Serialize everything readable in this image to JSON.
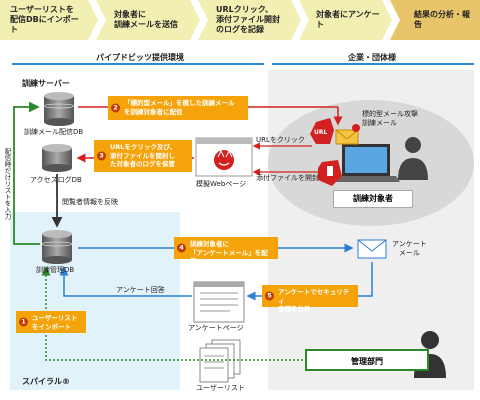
{
  "steps": [
    {
      "label": "ユーザーリストを\n配信DBにインポート"
    },
    {
      "label": "対象者に\n訓練メールを送信"
    },
    {
      "label": "URLクリック、\n添付ファイル開封\nのログを記録"
    },
    {
      "label": "対象者にアンケート"
    },
    {
      "label": "結果の分析・報告"
    }
  ],
  "sections": {
    "left_title": "パイプドビッツ提供環境",
    "right_title": "企業・団体様",
    "server_title": "訓練サーバー",
    "spiral_label": "スパイラル®"
  },
  "components": {
    "mail_db": "訓練メール配信DB",
    "access_db": "アクセスログDB",
    "training_db": "訓練管理DB",
    "fake_web": "模擬Webページ",
    "survey_mail": "アンケート\nメール",
    "survey_page": "アンケートページ",
    "user_list": "ユーザーリスト",
    "trainee": "訓練対象者",
    "admin": "管理部門",
    "attack_mail": "標的型メール攻撃\n訓練メール"
  },
  "flows": {
    "s1": {
      "num": "1",
      "text": "ユーザーリスト\nをインポート"
    },
    "s2": {
      "num": "2",
      "text": "「標的型メール」を模した訓練メール\nを訓練対象者に配信"
    },
    "s3": {
      "num": "3",
      "text": "URLをクリック及び、\n添付ファイルを開封し\nた対象者のログを保管"
    },
    "s4": {
      "num": "4",
      "text": "訓練対象者に\n「アンケートメール」を配信"
    },
    "s5": {
      "num": "5",
      "text": "アンケートでセキュリティ\n意識を分析"
    }
  },
  "labels": {
    "vertical_note": "配信時だけリストを入力",
    "reflect": "閲覧者情報を反映",
    "url_click": "URLをクリック",
    "attach_open": "添付ファイルを開封",
    "survey_answer": "アンケート回答",
    "url_badge": "URL"
  },
  "colors": {
    "step_bg": "#f2efb2",
    "step_last": "#e8c56a",
    "accent_orange": "#f4a30a",
    "flow_red": "#d32020",
    "flow_blue": "#2c7fd0",
    "flow_green": "#2a8a2a"
  }
}
